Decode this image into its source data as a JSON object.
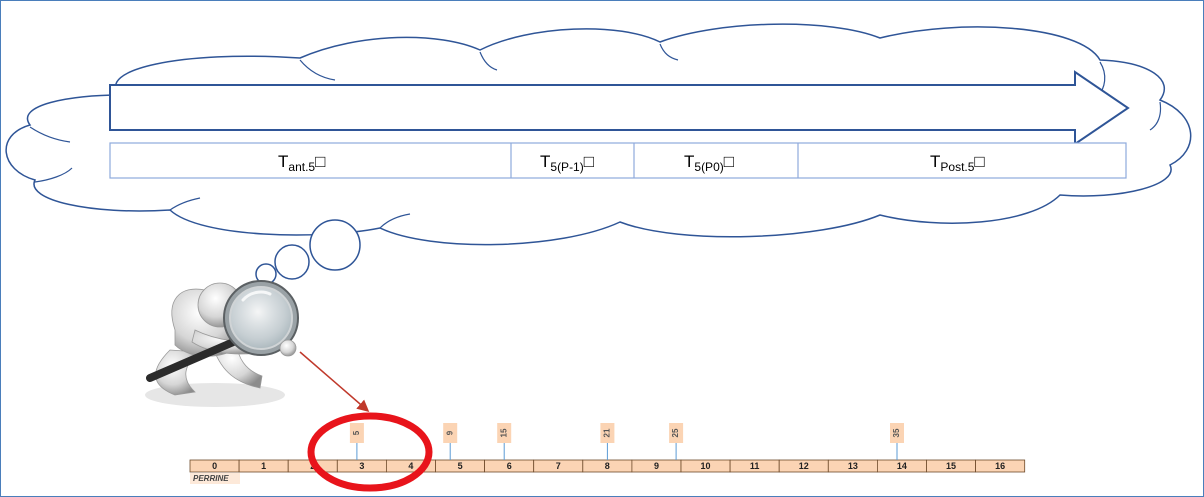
{
  "timeline_segments": [
    {
      "main": "T",
      "sub": "ant.5",
      "mark": "□"
    },
    {
      "main": "T",
      "sub": "5(P-1)",
      "mark": "□"
    },
    {
      "main": "T",
      "sub": "5(P0)",
      "mark": "□"
    },
    {
      "main": "T",
      "sub": "Post.5",
      "mark": "□"
    }
  ],
  "ruler": {
    "ticks": [
      "0",
      "1",
      "2",
      "3",
      "4",
      "5",
      "6",
      "7",
      "8",
      "9",
      "10",
      "11",
      "12",
      "13",
      "14",
      "15",
      "16"
    ],
    "label": "PERRINE"
  },
  "flags": [
    "5",
    "9",
    "15",
    "21",
    "25",
    "35"
  ],
  "colors": {
    "outline": "#2f5597",
    "timeline_border": "#8eaadb",
    "ruler_fill": "#fbd4b4",
    "ruler_border": "#6e4a2a",
    "flag_fill": "#fbd4b4",
    "focus_ring": "#e8141b",
    "pointer": "#c0392b"
  },
  "figure": "inspector-with-magnifying-glass"
}
